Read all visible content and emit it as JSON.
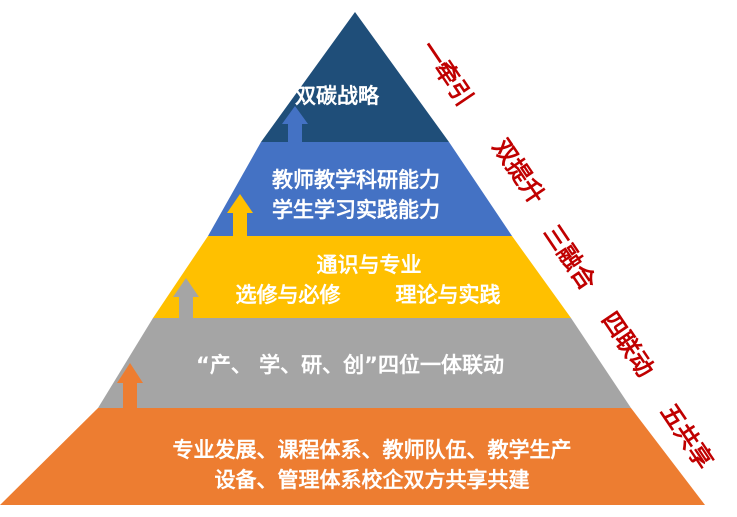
{
  "pyramid": {
    "tiers": [
      {
        "lines": [
          "双碳战略"
        ],
        "color": "#1f4e79"
      },
      {
        "lines": [
          "教师教学科研能力",
          "学生学习实践能力"
        ],
        "color": "#4472c4"
      },
      {
        "lines": [
          "通识与专业",
          "选修与必修",
          "理论与实践"
        ],
        "color": "#ffc000"
      },
      {
        "lines": [
          "“产、 学、研、创”四位一体联动"
        ],
        "color": "#a5a5a5"
      },
      {
        "lines": [
          "专业发展、课程体系、教师队伍、教学生产",
          "设备、管理体系校企双方共享共建"
        ],
        "color": "#ed7d31"
      }
    ],
    "side_labels": [
      "一牵引",
      "双提升",
      "三融合",
      "四联动",
      "五共享"
    ],
    "arrows": [
      {
        "name": "arrow-to-tier-1",
        "color": "#4472c4"
      },
      {
        "name": "arrow-to-tier-2",
        "color": "#ffc000"
      },
      {
        "name": "arrow-to-tier-3",
        "color": "#a5a5a5"
      },
      {
        "name": "arrow-to-tier-4",
        "color": "#ed7d31"
      }
    ]
  }
}
